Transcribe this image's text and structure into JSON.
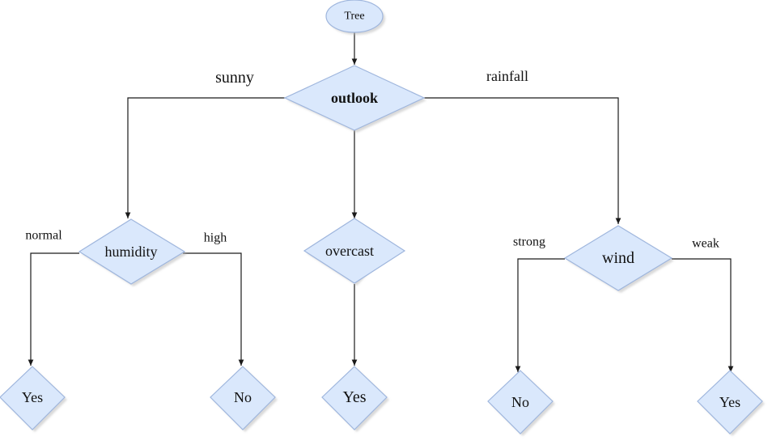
{
  "diagram": {
    "root": {
      "label": "Tree"
    },
    "decision": {
      "label": "outlook"
    },
    "nodes": {
      "humidity": "humidity",
      "overcast": "overcast",
      "wind": "wind",
      "leaf_normal": "Yes",
      "leaf_high": "No",
      "leaf_overcast": "Yes",
      "leaf_strong": "No",
      "leaf_weak": "Yes"
    },
    "edges": {
      "sunny": "sunny",
      "rainfall": "rainfall",
      "normal": "normal",
      "high": "high",
      "strong": "strong",
      "weak": "weak"
    },
    "colors": {
      "node_fill": "#dae8fc",
      "node_stroke": "#9fb6dd",
      "edge": "#1a1a1a"
    }
  }
}
